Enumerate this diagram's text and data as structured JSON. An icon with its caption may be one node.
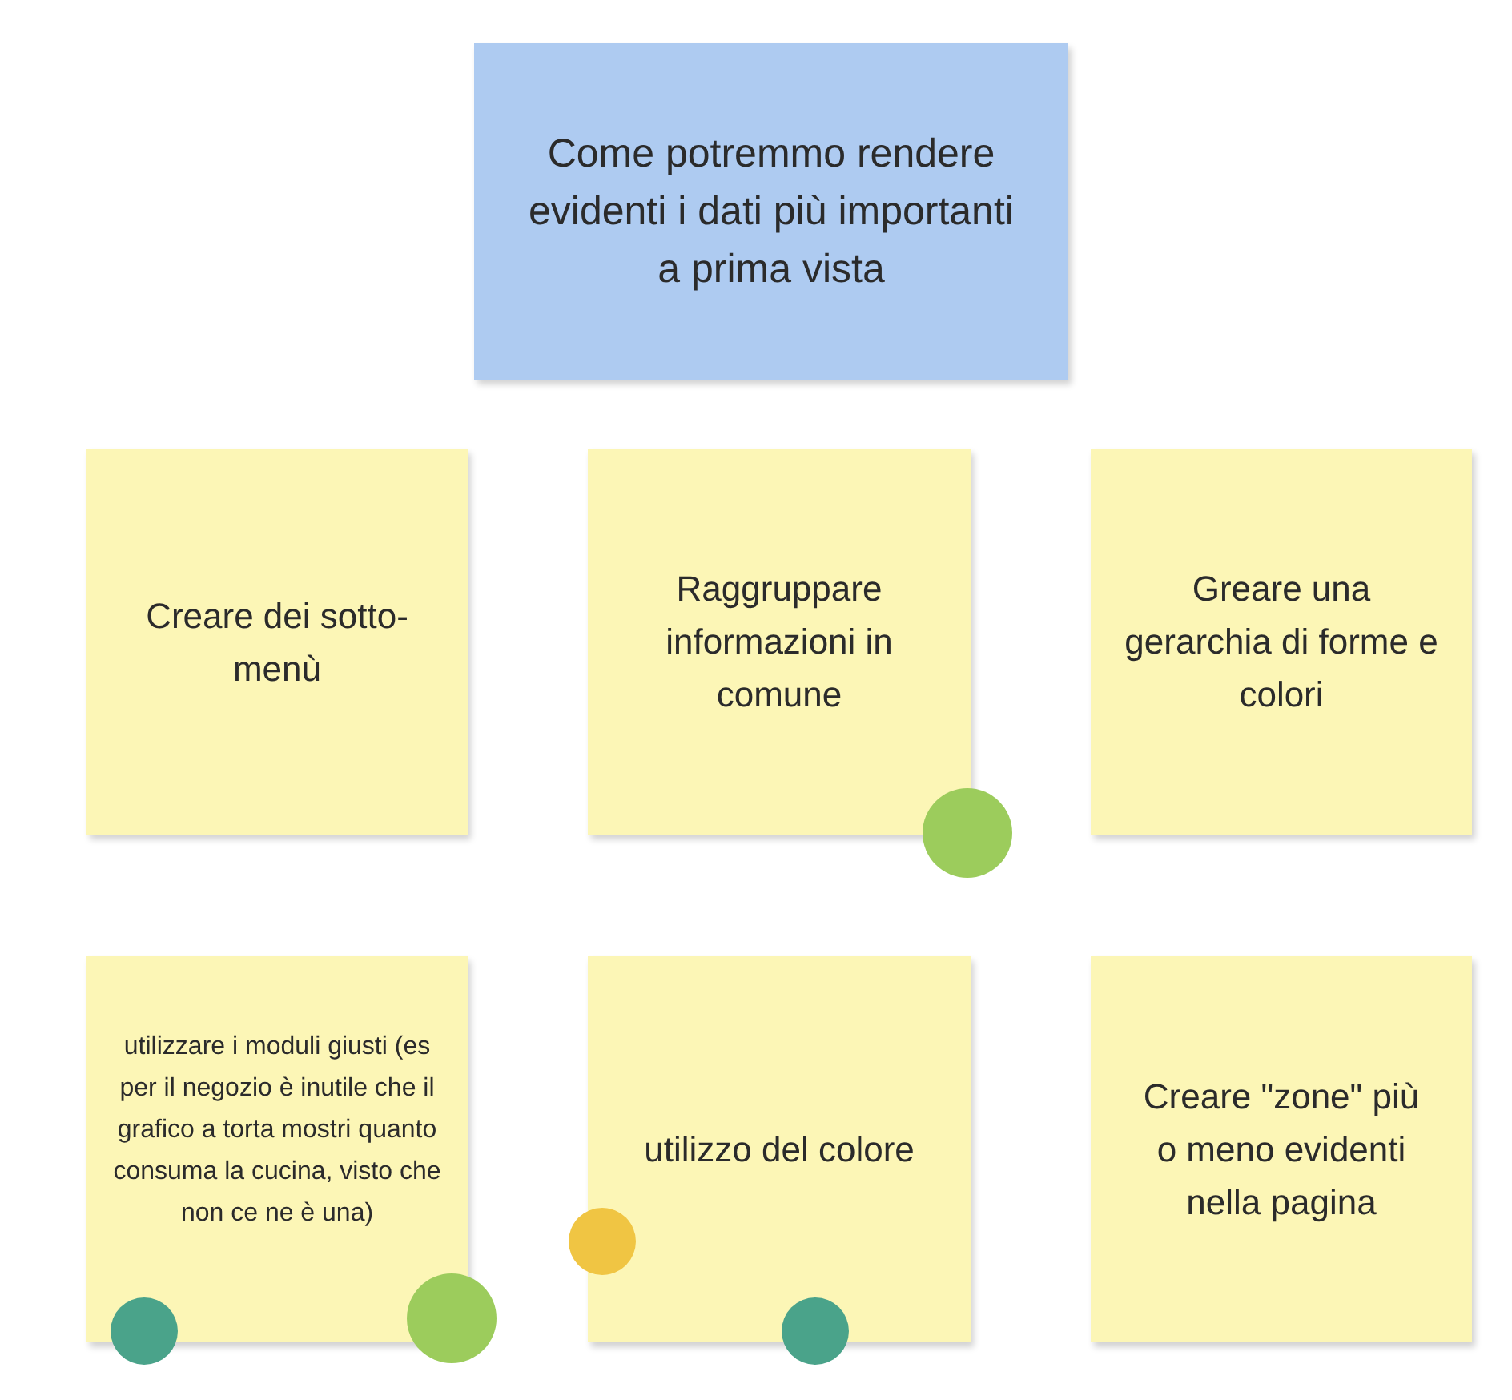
{
  "diagram": {
    "nodes": [
      {
        "text": [
          "Come potremmo rendere evidenti i dati più importanti a prima vista"
        ]
      },
      {
        "text": [
          "Creare dei sotto-menù"
        ]
      },
      {
        "text": [
          "Raggruppare informazioni in comune"
        ]
      },
      {
        "text": [
          "Greare una gerarchia di forme e colori"
        ]
      },
      {
        "text": [
          "utilizzare i moduli giusti (es per il negozio è inutile che il grafico a torta mostri quanto consuma la cucina, visto che non ce ne è una)"
        ]
      },
      {
        "text": [
          "utilizzo del colore"
        ]
      },
      {
        "text": [
          "Creare \"zone\" più o meno evidenti nella pagina"
        ]
      },
      {
        "text": [],
        "shape": "circle"
      },
      {
        "text": [],
        "shape": "circle"
      },
      {
        "text": [],
        "shape": "circle"
      },
      {
        "text": [],
        "shape": "circle"
      },
      {
        "text": [],
        "shape": "circle"
      }
    ]
  }
}
